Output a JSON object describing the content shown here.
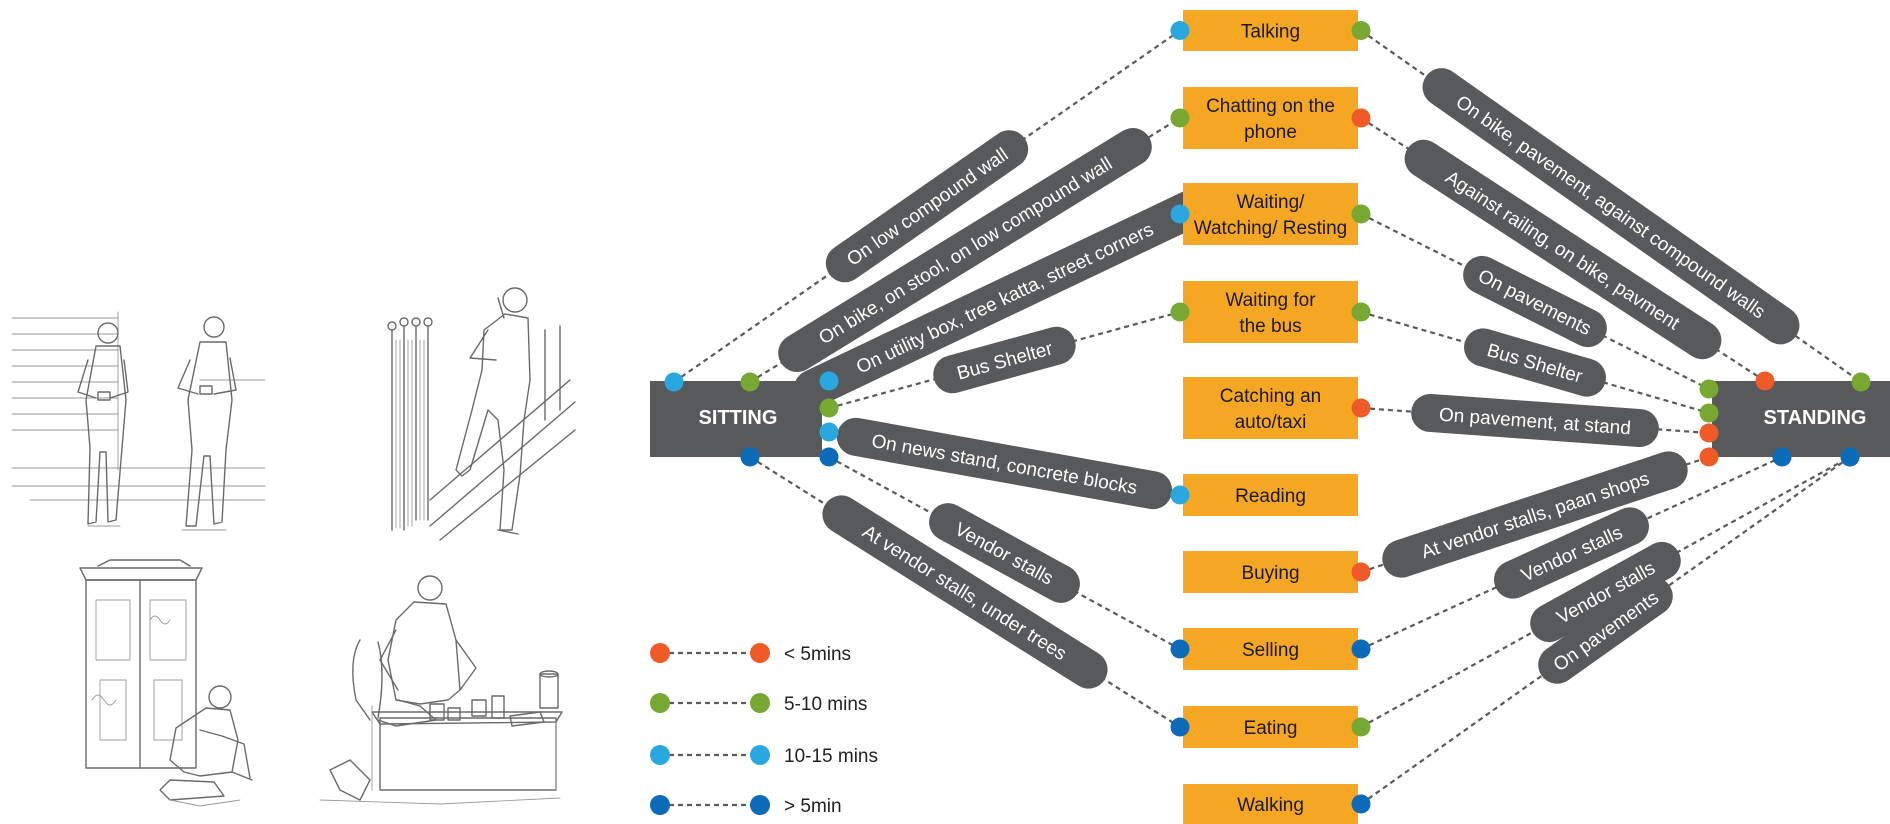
{
  "colors": {
    "under_5": "#ef5a28",
    "five_to_ten": "#76a832",
    "ten_to_fifteen": "#29a8e0",
    "over_5": "#0b6bb8",
    "activity_fill": "#f5a623",
    "hub_fill": "#58595b"
  },
  "hubs": {
    "sitting": "SITTING",
    "standing": "STANDING"
  },
  "activities": [
    {
      "id": "talking",
      "lines": [
        "Talking"
      ]
    },
    {
      "id": "phone",
      "lines": [
        "Chatting on the",
        "phone"
      ]
    },
    {
      "id": "waiting",
      "lines": [
        "Waiting/",
        "Watching/ Resting"
      ]
    },
    {
      "id": "bus",
      "lines": [
        "Waiting for",
        "the bus"
      ]
    },
    {
      "id": "auto",
      "lines": [
        "Catching an",
        "auto/taxi"
      ]
    },
    {
      "id": "reading",
      "lines": [
        "Reading"
      ]
    },
    {
      "id": "buying",
      "lines": [
        "Buying"
      ]
    },
    {
      "id": "selling",
      "lines": [
        "Selling"
      ]
    },
    {
      "id": "eating",
      "lines": [
        "Eating"
      ]
    },
    {
      "id": "walking",
      "lines": [
        "Walking"
      ]
    }
  ],
  "sitting_links": [
    {
      "activity": "talking",
      "label": "On low compound wall",
      "duration": "ten_to_fifteen"
    },
    {
      "activity": "phone",
      "label": "On bike, on stool, on low compound wall",
      "duration": "five_to_ten"
    },
    {
      "activity": "waiting",
      "label": "On utility box, tree katta, street corners",
      "duration": "ten_to_fifteen"
    },
    {
      "activity": "bus",
      "label": "Bus Shelter",
      "duration": "five_to_ten"
    },
    {
      "activity": "reading",
      "label": "On news stand, concrete blocks",
      "duration": "ten_to_fifteen"
    },
    {
      "activity": "selling",
      "label": "Vendor stalls",
      "duration": "over_5"
    },
    {
      "activity": "eating",
      "label": "At vendor stalls, under trees",
      "duration": "over_5"
    }
  ],
  "standing_links": [
    {
      "activity": "talking",
      "label": "On bike, pavement, against compound walls",
      "duration": "five_to_ten"
    },
    {
      "activity": "phone",
      "label": "Against railing, on bike, pavment",
      "duration": "under_5"
    },
    {
      "activity": "waiting",
      "label": "On pavements",
      "duration": "five_to_ten"
    },
    {
      "activity": "bus",
      "label": "Bus Shelter",
      "duration": "five_to_ten"
    },
    {
      "activity": "auto",
      "label": "On pavement, at stand",
      "duration": "under_5"
    },
    {
      "activity": "buying",
      "label": "At vendor stalls, paan shops",
      "duration": "under_5"
    },
    {
      "activity": "selling",
      "label": "Vendor stalls",
      "duration": "over_5"
    },
    {
      "activity": "eating",
      "label": "Vendor stalls",
      "duration": "five_to_ten"
    },
    {
      "activity": "walking",
      "label": "On pavements",
      "duration": "over_5"
    }
  ],
  "legend": [
    {
      "key": "under_5",
      "label": "< 5mins"
    },
    {
      "key": "five_to_ten",
      "label": "5-10 mins"
    },
    {
      "key": "ten_to_fifteen",
      "label": "10-15 mins"
    },
    {
      "key": "over_5",
      "label": "> 5min"
    }
  ],
  "sketches": [
    {
      "name": "two-men-standing-with-phones-sketch"
    },
    {
      "name": "man-on-phone-leaning-on-railing-sketch"
    },
    {
      "name": "man-sitting-by-utility-box-sketch"
    },
    {
      "name": "vendor-sitting-at-stall-sketch"
    }
  ]
}
